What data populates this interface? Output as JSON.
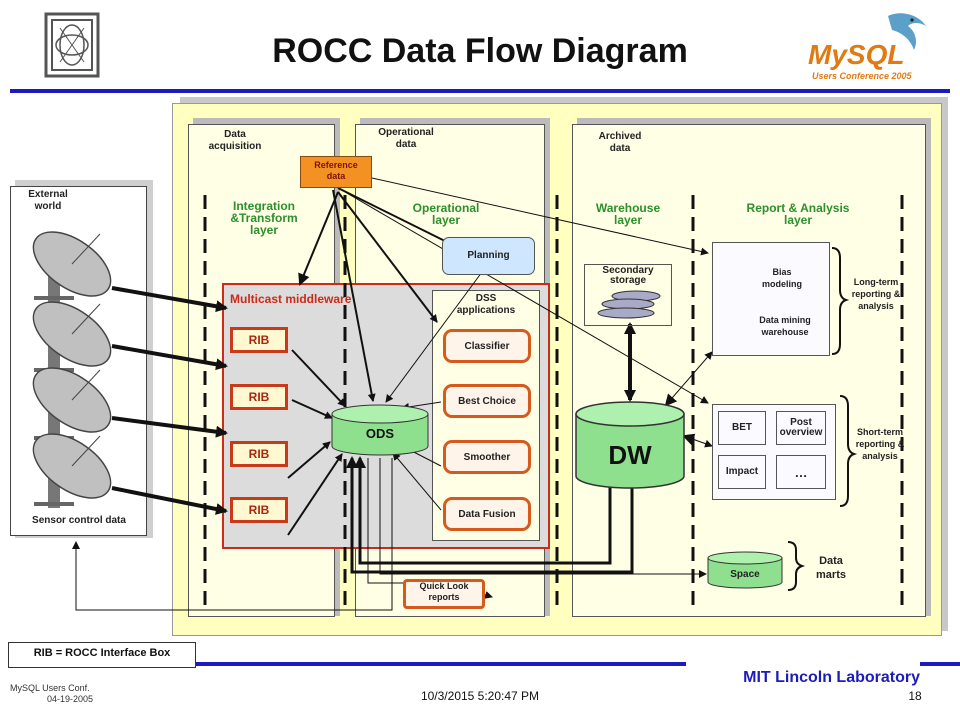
{
  "header": {
    "title": "ROCC Data Flow Diagram",
    "conference_brand": "MySQL",
    "conference_sub": "Users Conference 2005"
  },
  "footer": {
    "legend": "RIB = ROCC Interface Box",
    "lab": "MIT Lincoln Laboratory",
    "conf_line1": "MySQL Users Conf.",
    "conf_line2": "04-19-2005",
    "datetime": "10/3/2015 5:20:47 PM",
    "page": "18"
  },
  "external": {
    "title_line1": "External",
    "title_line2": "world",
    "bottom_label": "Sensor control data"
  },
  "sections": {
    "acquisition": {
      "line1": "Data",
      "line2": "acquisition"
    },
    "operational": {
      "line1": "Operational",
      "line2": "data"
    },
    "archived": {
      "line1": "Archived",
      "line2": "data"
    }
  },
  "layers": {
    "integration": {
      "line1": "Integration",
      "line2": "&Transform",
      "line3": "layer"
    },
    "operational": {
      "line1": "Operational",
      "line2": "layer"
    },
    "warehouse": {
      "line1": "Warehouse",
      "line2": "layer"
    },
    "report": {
      "line1": "Report & Analysis",
      "line2": "layer"
    }
  },
  "middleware": {
    "title": "Multicast middleware",
    "ribs": [
      "RIB",
      "RIB",
      "RIB",
      "RIB"
    ],
    "ods": "ODS"
  },
  "reference": {
    "line1": "Reference",
    "line2": "data"
  },
  "planning": "Planning",
  "dss": {
    "title_line1": "DSS",
    "title_line2": "applications",
    "apps": [
      "Classifier",
      "Best Choice",
      "Smoother",
      "Data Fusion"
    ]
  },
  "quicklook": {
    "line1": "Quick Look",
    "line2": "reports"
  },
  "warehouse": {
    "secondary_line1": "Secondary",
    "secondary_line2": "storage",
    "dw": "DW"
  },
  "longterm": {
    "bias_line1": "Bias",
    "bias_line2": "modeling",
    "mining_line1": "Data mining",
    "mining_line2": "warehouse",
    "brace_line1": "Long-term",
    "brace_line2": "reporting &",
    "brace_line3": "analysis"
  },
  "shortterm": {
    "bet": "BET",
    "post_line1": "Post",
    "post_line2": "overview",
    "impact": "Impact",
    "more": "…",
    "brace_line1": "Short-term",
    "brace_line2": "reporting &",
    "brace_line3": "analysis"
  },
  "marts": {
    "space": "Space",
    "label_line1": "Data",
    "label_line2": "marts"
  },
  "colors": {
    "panel_yellow": "#ffffc0",
    "middleware_red": "#cc2a1a",
    "layer_green": "#2d8f2d",
    "cylinder_green": "#8ee08e",
    "dss_orange": "#d65a1c",
    "lab_blue": "#1c1cbc"
  }
}
